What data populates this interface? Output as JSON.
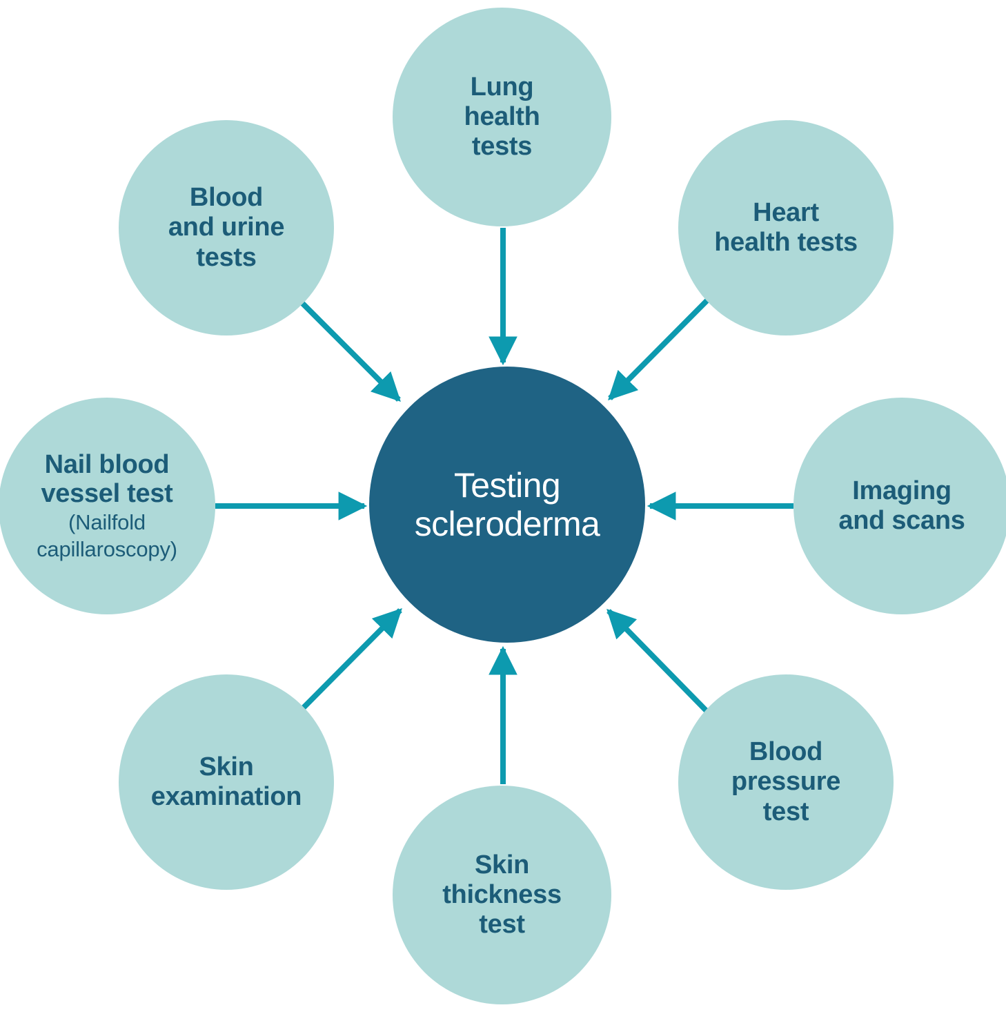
{
  "diagram": {
    "title": "Testing scleroderma",
    "type": "hub-and-spoke radial diagram",
    "center": {
      "id": "testing-scleroderma",
      "label": "Testing scleroderma",
      "line1": "Testing",
      "line2": "scleroderma",
      "fill": "#1f6384",
      "text_color": "#ffffff"
    },
    "colors": {
      "background": "#ffffff",
      "satellite_fill": "#aed9d8",
      "satellite_text": "#1c5c78",
      "center_fill": "#1f6384",
      "center_text": "#ffffff",
      "arrow": "#0d9aaf"
    },
    "nodes": [
      {
        "id": "lung-health-tests",
        "label": "Lung health tests",
        "lines": [
          "Lung",
          "health",
          "tests"
        ],
        "position": "top",
        "arrow_direction": "down-to-center"
      },
      {
        "id": "blood-and-urine-tests",
        "label": "Blood and urine tests",
        "lines": [
          "Blood",
          "and urine",
          "tests"
        ],
        "position": "top-left",
        "arrow_direction": "down-right-to-center"
      },
      {
        "id": "heart-health-tests",
        "label": "Heart health tests",
        "lines": [
          "Heart",
          "health tests"
        ],
        "position": "top-right",
        "arrow_direction": "down-left-to-center"
      },
      {
        "id": "nail-blood-vessel-test",
        "label": "Nail blood vessel test",
        "lines": [
          "Nail blood",
          "vessel test"
        ],
        "sublabel_lines": [
          "(Nailfold",
          "capillaroscopy)"
        ],
        "sublabel": "(Nailfold capillaroscopy)",
        "position": "left",
        "arrow_direction": "right-to-center"
      },
      {
        "id": "imaging-and-scans",
        "label": "Imaging and scans",
        "lines": [
          "Imaging",
          "and scans"
        ],
        "position": "right",
        "arrow_direction": "left-to-center"
      },
      {
        "id": "skin-examination",
        "label": "Skin examination",
        "lines": [
          "Skin",
          "examination"
        ],
        "position": "bottom-left",
        "arrow_direction": "up-right-to-center"
      },
      {
        "id": "blood-pressure-test",
        "label": "Blood pressure test",
        "lines": [
          "Blood",
          "pressure",
          "test"
        ],
        "position": "bottom-right",
        "arrow_direction": "up-left-to-center"
      },
      {
        "id": "skin-thickness-test",
        "label": "Skin thickness test",
        "lines": [
          "Skin",
          "thickness",
          "test"
        ],
        "position": "bottom",
        "arrow_direction": "up-to-center"
      }
    ]
  }
}
